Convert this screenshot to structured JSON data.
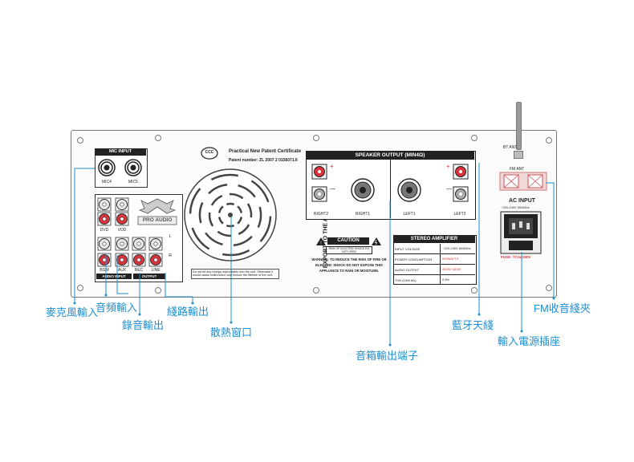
{
  "panel": {
    "mic_input_title": "MIC INPUT",
    "mic4_label": "MIC4",
    "mic5_label": "MIC5",
    "logo_text": "PRO AUDIO",
    "dvd_label": "DVD",
    "vod_label": "VOD",
    "bgm_label": "BGM",
    "aux_label": "AUX",
    "rec_label": "REC",
    "line_label": "LINE",
    "audio_input_label": "AUDIO INPUT",
    "output_label": "OUTPUT",
    "l_label": "L",
    "r_label": "R",
    "cert_mark": "CCC",
    "patent_title": "Practical New Patent Certificate",
    "patent_number": "Patent number: ZL 2007 2 0156071.6",
    "vent_warning": "Do not let any foreign object fallen into the unit. Otherwise it would cause malfunction and reduce the lifetime of the unit.",
    "export_text": "EXPORT TO THE ASIA PACIFIC AREA",
    "speaker_output_title": "SPEAKER OUTPUT (MIN4Ω)",
    "right2": "RIGHT2",
    "right1": "RIGHT1",
    "left1": "LEFT1",
    "left2": "LEFT2",
    "plus": "+",
    "minus": "—",
    "caution_title": "CAUTION",
    "caution_box": "RISK OF ELECTRIC SHOCK DO NOT OPEN",
    "caution_text": "WARNING: TO REDUCE THE RISK OF FIRE OR ELECTRIC SHOCK DO NOT EXPOSE THIS APPLIANCE TO RAIN OR MOISTURE.",
    "stereo_title": "STEREO AMPLIFIER",
    "specs": [
      {
        "name": "INPUT VOLTAGE",
        "value": "~220-240V 50/60Hz"
      },
      {
        "name": "POWER CONSUMPTION",
        "value": "600WATTS"
      },
      {
        "name": "AUDIO OUTPUT",
        "value": "450W+450W"
      },
      {
        "name": "THD (10W 8Ω)",
        "value": "0.5%"
      }
    ],
    "bt_ant": "BT ANT.",
    "fm_ant": "FM ANT",
    "ac_input": "AC INPUT",
    "ac_spec": "~220-240V 50/60Hz",
    "fuse": "FUSE: T7.5A250V"
  },
  "callouts": {
    "mic_in": "麥克風輸入",
    "audio_in": "音頻輸入",
    "rec_out": "錄音輸出",
    "line_out": "綫路輸出",
    "vent": "散熱窗口",
    "speaker_terminal": "音箱輸出端子",
    "bt_ant": "藍牙天綫",
    "power_socket": "輸入電源插座",
    "fm_clip": "FM收音綫夾"
  },
  "colors": {
    "callout": "#1f8fd0",
    "jack_red": "#d8343c",
    "jack_white": "#e8e8e8",
    "spec_red": "#d8343c"
  }
}
